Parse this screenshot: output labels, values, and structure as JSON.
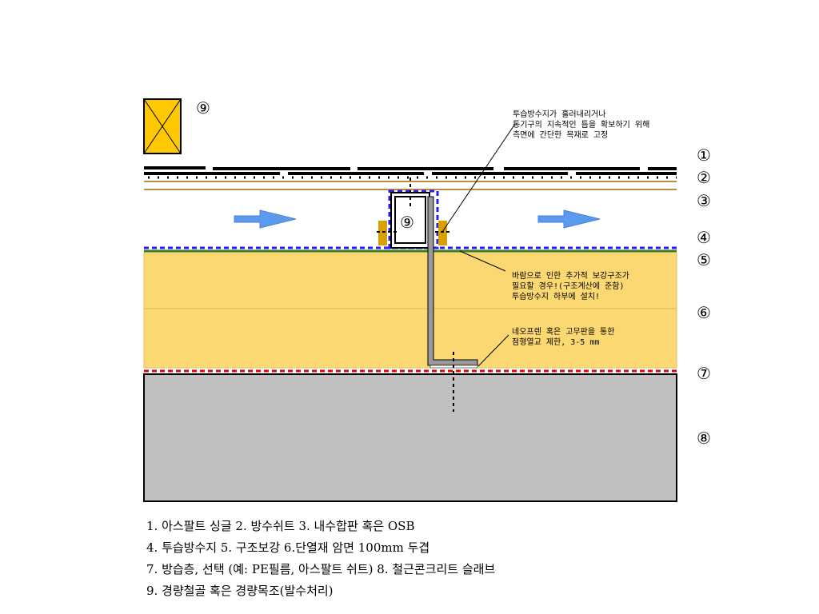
{
  "markers": {
    "n1": "①",
    "n2": "②",
    "n3": "③",
    "n4": "④",
    "n5": "⑤",
    "n6": "⑥",
    "n7": "⑦",
    "n8": "⑧",
    "n9": "⑨"
  },
  "notes": {
    "top": [
      "투습방수지가 흘러내리거나",
      "통기구의 지속적인 틈을 확보하기 위해",
      "측면에 간단한 목재로 고정"
    ],
    "middle": [
      "바람으로 인한 추가적 보강구조가",
      "필요할 경우!(구조계산에 준함)",
      "투습방수지 하부에 설치!"
    ],
    "bottom": [
      "네오프렌 혹은 고무판을 통한",
      "점형열교 제한, 3-5 mm"
    ]
  },
  "legend": [
    "1. 아스팔트 싱글 2. 방수쉬트 3. 내수합판 혹은 OSB",
    "4. 투습방수지 5. 구조보강 6.단열재 암면 100mm 두겹",
    "7. 방습층, 선택 (예: PE필름, 아스팔트 쉬트) 8. 철근콘크리트 슬래브",
    "9. 경량철골 혹은 경량목조(발수처리)"
  ],
  "colors": {
    "insulation": "#fcd872",
    "slab": "#c0c0c0",
    "membrane": "#2a1aff",
    "vapor": "#e00000",
    "reinforce": "#3a7d2a",
    "batten": "#d9a000",
    "arrow": "#5b9bef",
    "osb": "#b8923a",
    "legend_box": "#ffc800"
  }
}
